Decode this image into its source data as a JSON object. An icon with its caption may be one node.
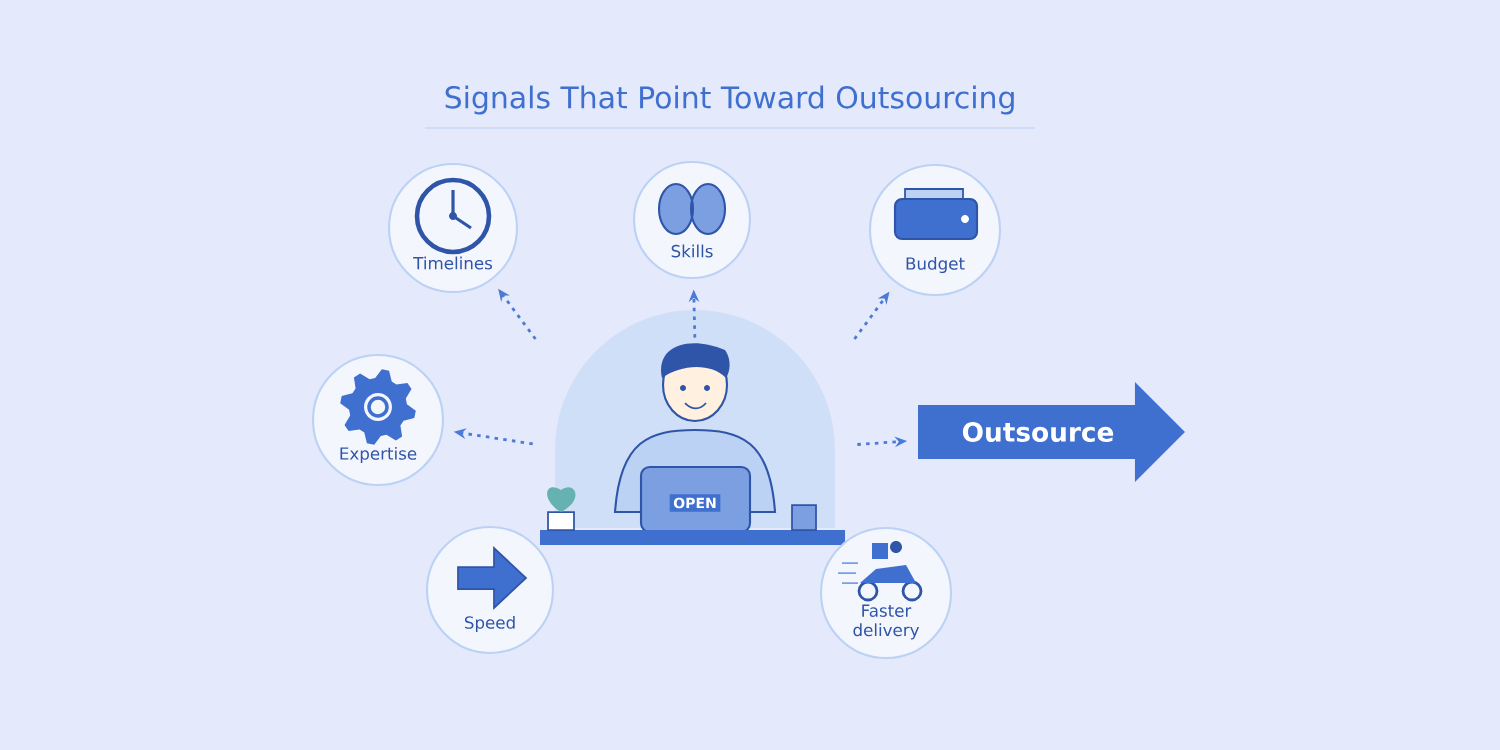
{
  "diagram": {
    "title": "Signals That Point Toward Outsourcing",
    "nodes": [
      {
        "text": [
          "Timelines"
        ]
      },
      {
        "text": [
          "Skills"
        ]
      },
      {
        "text": [
          "Budget"
        ]
      },
      {
        "text": [
          "Expertise"
        ]
      },
      {
        "text": [],
        "shape": "picture"
      },
      {
        "text": [
          "Outsource"
        ]
      },
      {
        "text": [
          "Speed"
        ]
      },
      {
        "text": [
          "Faster delivery"
        ]
      }
    ],
    "edges": [
      {
        "from": 4,
        "to": 0,
        "arrow": "to"
      },
      {
        "from": 4,
        "to": 1,
        "arrow": "to"
      },
      {
        "from": 4,
        "to": 2,
        "arrow": "to"
      },
      {
        "from": 4,
        "to": 3,
        "arrow": "to"
      },
      {
        "from": 4,
        "to": 5,
        "arrow": "to"
      }
    ],
    "labels": [
      "OPEN"
    ]
  }
}
